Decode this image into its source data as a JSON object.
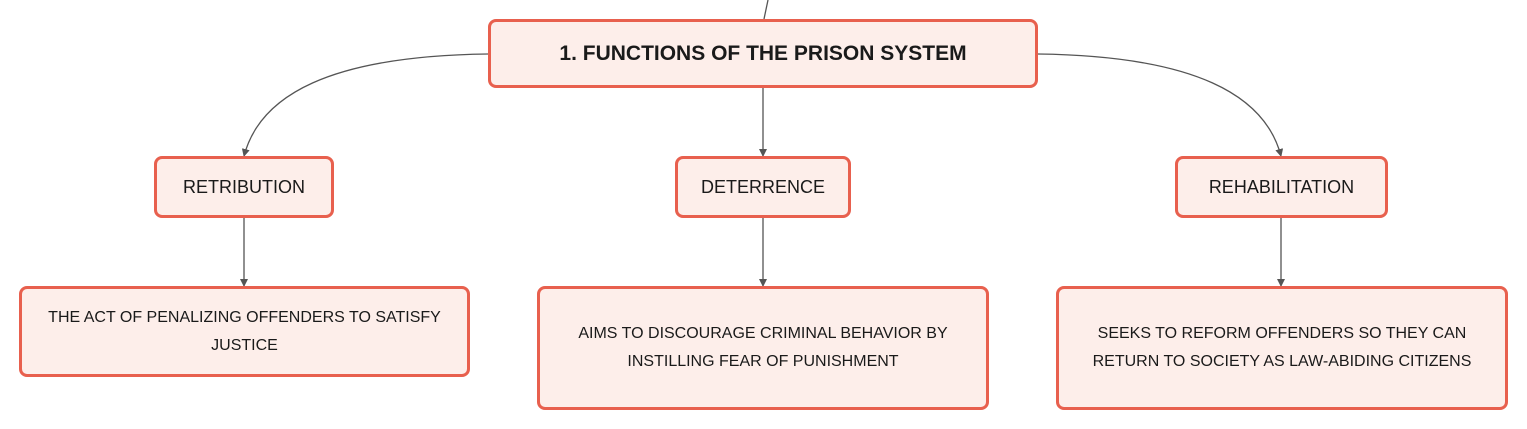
{
  "root": {
    "label": "1. FUNCTIONS OF THE PRISON SYSTEM"
  },
  "branches": [
    {
      "label": "RETRIBUTION",
      "description": "THE ACT OF PENALIZING OFFENDERS TO SATISFY JUSTICE"
    },
    {
      "label": "DETERRENCE",
      "description": "AIMS TO DISCOURAGE CRIMINAL BEHAVIOR BY INSTILLING FEAR OF PUNISHMENT"
    },
    {
      "label": "REHABILITATION",
      "description": "SEEKS TO REFORM OFFENDERS SO THEY CAN RETURN TO SOCIETY AS LAW-ABIDING CITIZENS"
    }
  ],
  "colors": {
    "node_fill": "#fdeeea",
    "node_border": "#e8604e",
    "connector": "#555555",
    "text": "#1a1a1a"
  }
}
